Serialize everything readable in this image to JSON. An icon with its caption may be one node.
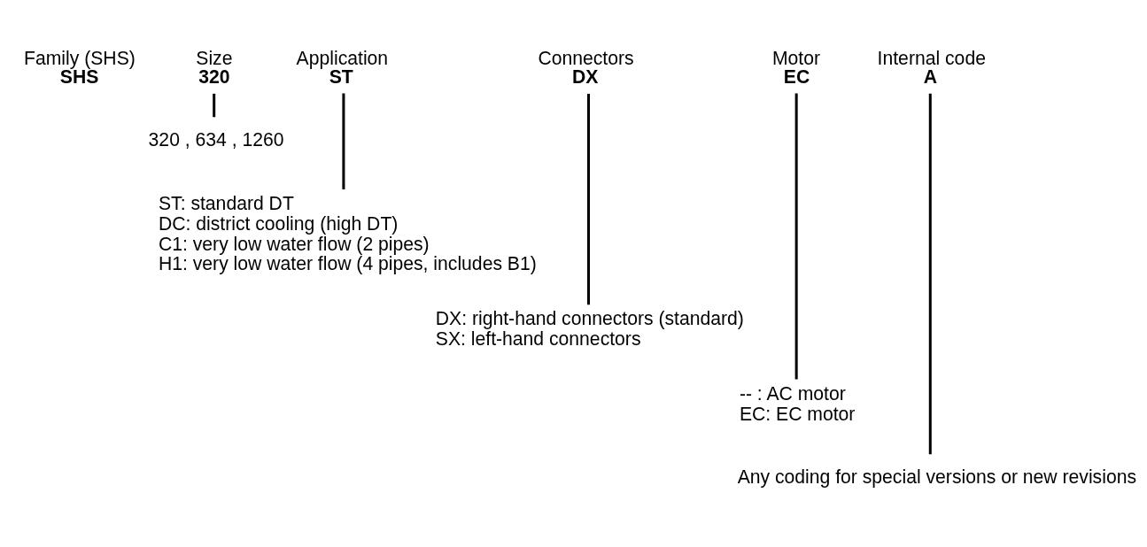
{
  "diagram": {
    "nodes": [
      {
        "text": [
          "Family (SHS)",
          "SHS"
        ]
      },
      {
        "text": [
          "Size",
          "320"
        ]
      },
      {
        "text": [
          "Application",
          "ST"
        ]
      },
      {
        "text": [
          "Connectors",
          "DX"
        ]
      },
      {
        "text": [
          "Motor",
          "EC"
        ]
      },
      {
        "text": [
          "Internal code",
          "A"
        ]
      },
      {
        "text": [
          "320 , 634 , 1260"
        ]
      },
      {
        "text": [
          "ST: standard DT",
          "DC: district cooling (high DT)",
          "C1: very low water flow (2 pipes)",
          "H1: very low water flow (4 pipes, includes B1)"
        ]
      },
      {
        "text": [
          "DX: right-hand connectors (standard)",
          "SX: left-hand connectors"
        ]
      },
      {
        "text": [
          "-- : AC motor",
          "EC: EC motor"
        ]
      },
      {
        "text": [
          "Any coding for special versions or new revisions"
        ]
      }
    ],
    "edges": [
      {
        "from": 1,
        "to": 6,
        "arrow": "none"
      },
      {
        "from": 2,
        "to": 7,
        "arrow": "none"
      },
      {
        "from": 3,
        "to": 8,
        "arrow": "none"
      },
      {
        "from": 4,
        "to": 9,
        "arrow": "none"
      },
      {
        "from": 5,
        "to": 10,
        "arrow": "none"
      }
    ]
  }
}
